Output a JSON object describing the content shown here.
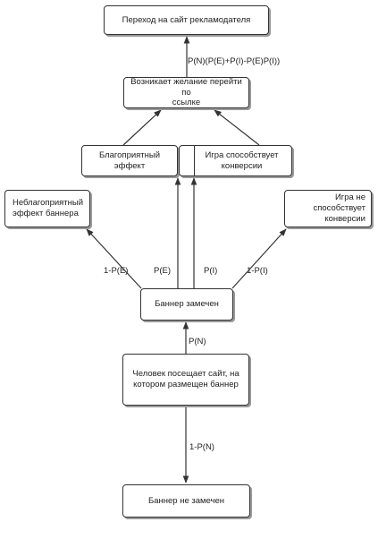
{
  "nodes": {
    "top": {
      "label": "Переход на сайт рекламодателя"
    },
    "desire": {
      "line1": "Возникает желание перейти по",
      "line2": "ссылке"
    },
    "favorable": {
      "label": "Благоприятный эффект"
    },
    "game_conversion": {
      "line1": "Игра способствует",
      "line2": "конверсии"
    },
    "unfavorable": {
      "line1": "Неблагоприятный",
      "line2": "эффект баннера"
    },
    "game_no_conversion": {
      "line1": "Игра не способствует",
      "line2": "конверсии"
    },
    "noticed": {
      "label": "Баннер замечен"
    },
    "visit": {
      "line1": "Человек посещает сайт, на",
      "line2": "котором размещен баннер"
    },
    "not_noticed": {
      "label": "Баннер не замечен"
    }
  },
  "edges": {
    "to_top": "P(N)(P(E)+P(I)-P(E)P(I))",
    "to_unfavorable": "1-P(E)",
    "to_favorable": "P(E)",
    "to_game_conversion": "P(I)",
    "to_game_no_conversion": "1-P(I)",
    "to_noticed": "P(N)",
    "to_not_noticed": "1-P(N)"
  }
}
